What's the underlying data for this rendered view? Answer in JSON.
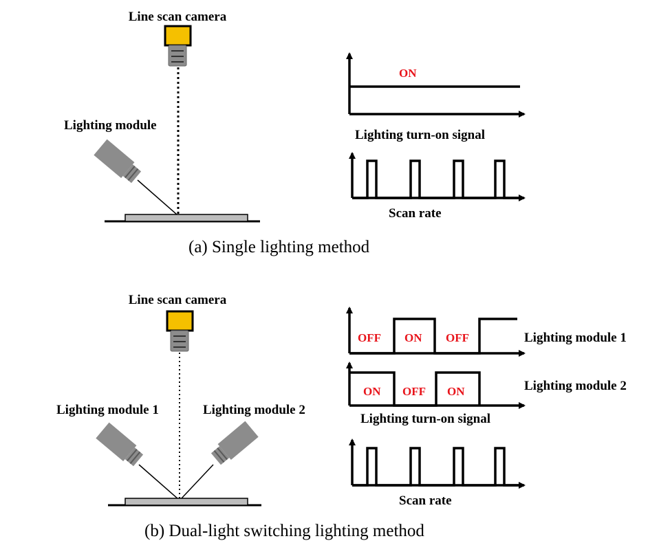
{
  "panel_a": {
    "camera_label": "Line scan camera",
    "module_label": "Lighting module",
    "on_label": "ON",
    "signal_label": "Lighting turn-on signal",
    "scan_label": "Scan rate",
    "caption": "(a) Single lighting method"
  },
  "panel_b": {
    "camera_label": "Line scan camera",
    "module1_label": "Lighting module 1",
    "module2_label": "Lighting module 2",
    "wave1_states": [
      "OFF",
      "ON",
      "OFF"
    ],
    "wave2_states": [
      "ON",
      "OFF",
      "ON"
    ],
    "wave1_label": "Lighting module 1",
    "wave2_label": "Lighting module 2",
    "signal_label": "Lighting turn-on signal",
    "scan_label": "Scan rate",
    "caption": "(b) Dual-light switching lighting method"
  },
  "colors": {
    "camera_body": "#f5c000",
    "lens": "#8c8c8c",
    "light_module": "#8c8c8c",
    "sample": "#bdbdbd",
    "state_text": "#e8141b"
  }
}
